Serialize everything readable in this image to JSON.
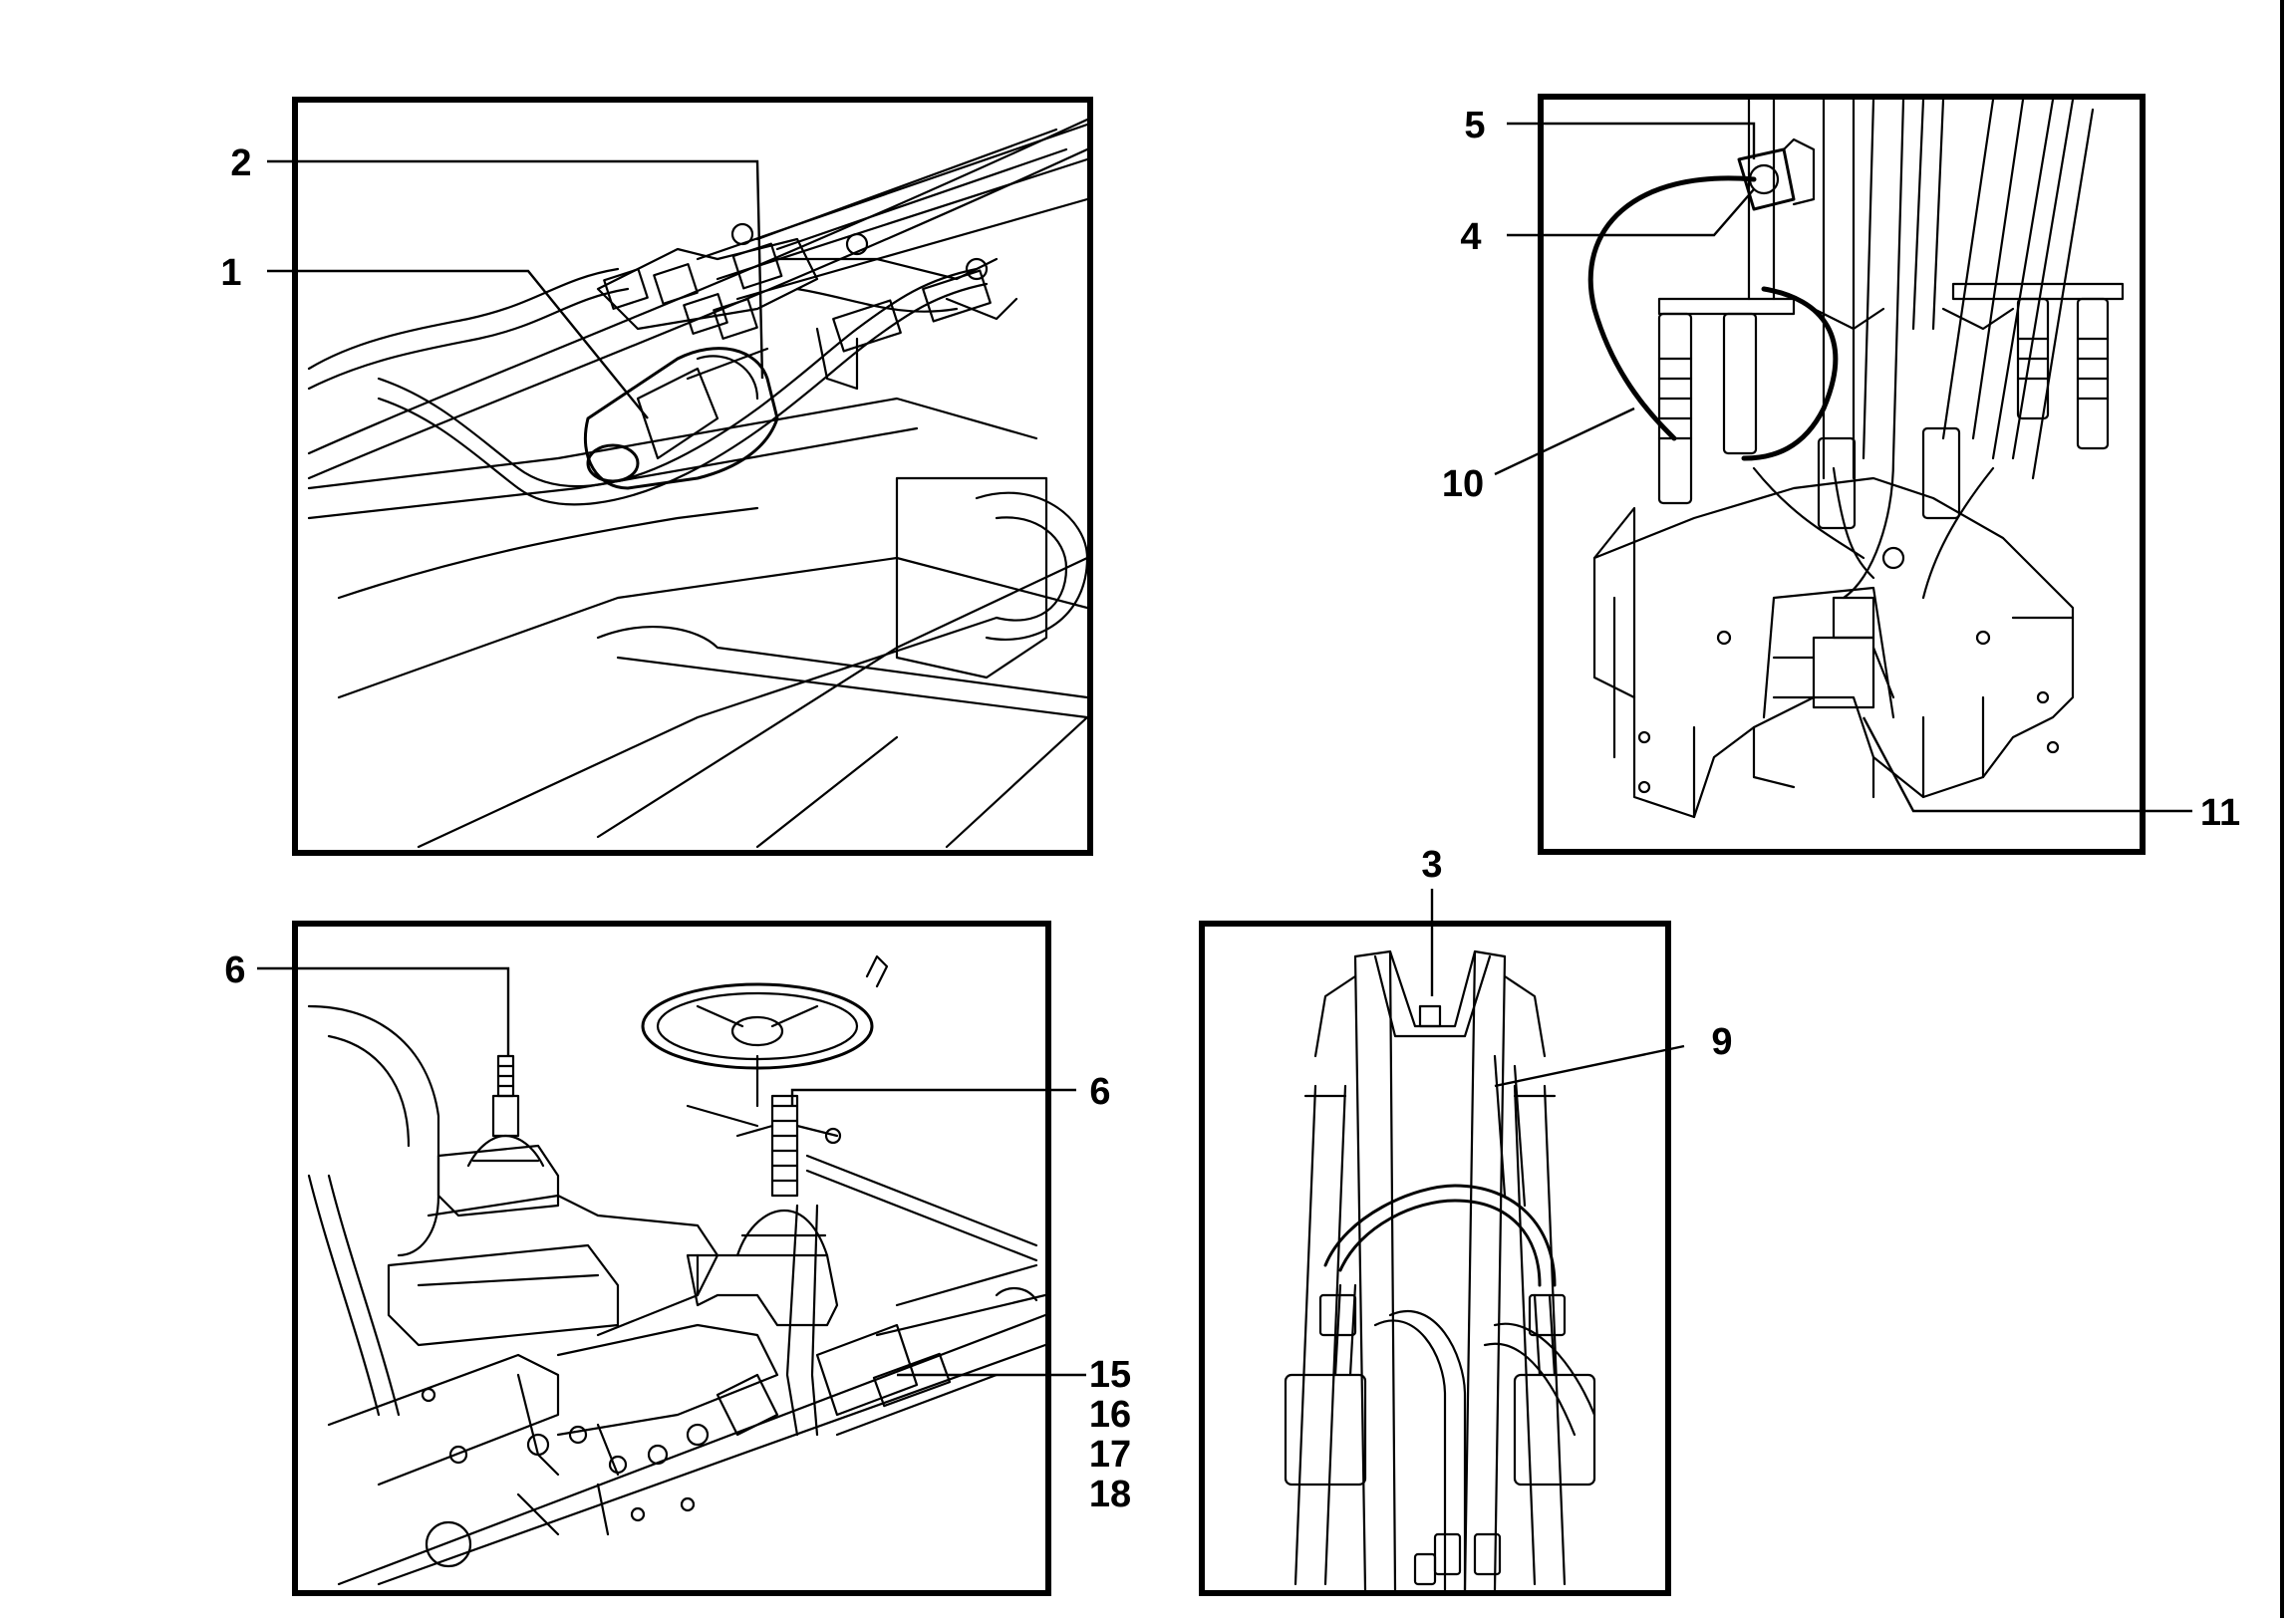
{
  "callouts": {
    "c1": "1",
    "c2": "2",
    "c3": "3",
    "c4": "4",
    "c5": "5",
    "c6a": "6",
    "c6b": "6",
    "c9": "9",
    "c10": "10",
    "c11": "11",
    "c15": "15",
    "c16": "16",
    "c17": "17",
    "c18": "18"
  },
  "panels": [
    {
      "id": "top-left",
      "depicts": "starter-motor-under-hood"
    },
    {
      "id": "top-right",
      "depicts": "boom-swing-bracket-hoses"
    },
    {
      "id": "bottom-left",
      "depicts": "operator-seat-controls"
    },
    {
      "id": "bottom-right",
      "depicts": "dipper-arm-hoses"
    }
  ]
}
